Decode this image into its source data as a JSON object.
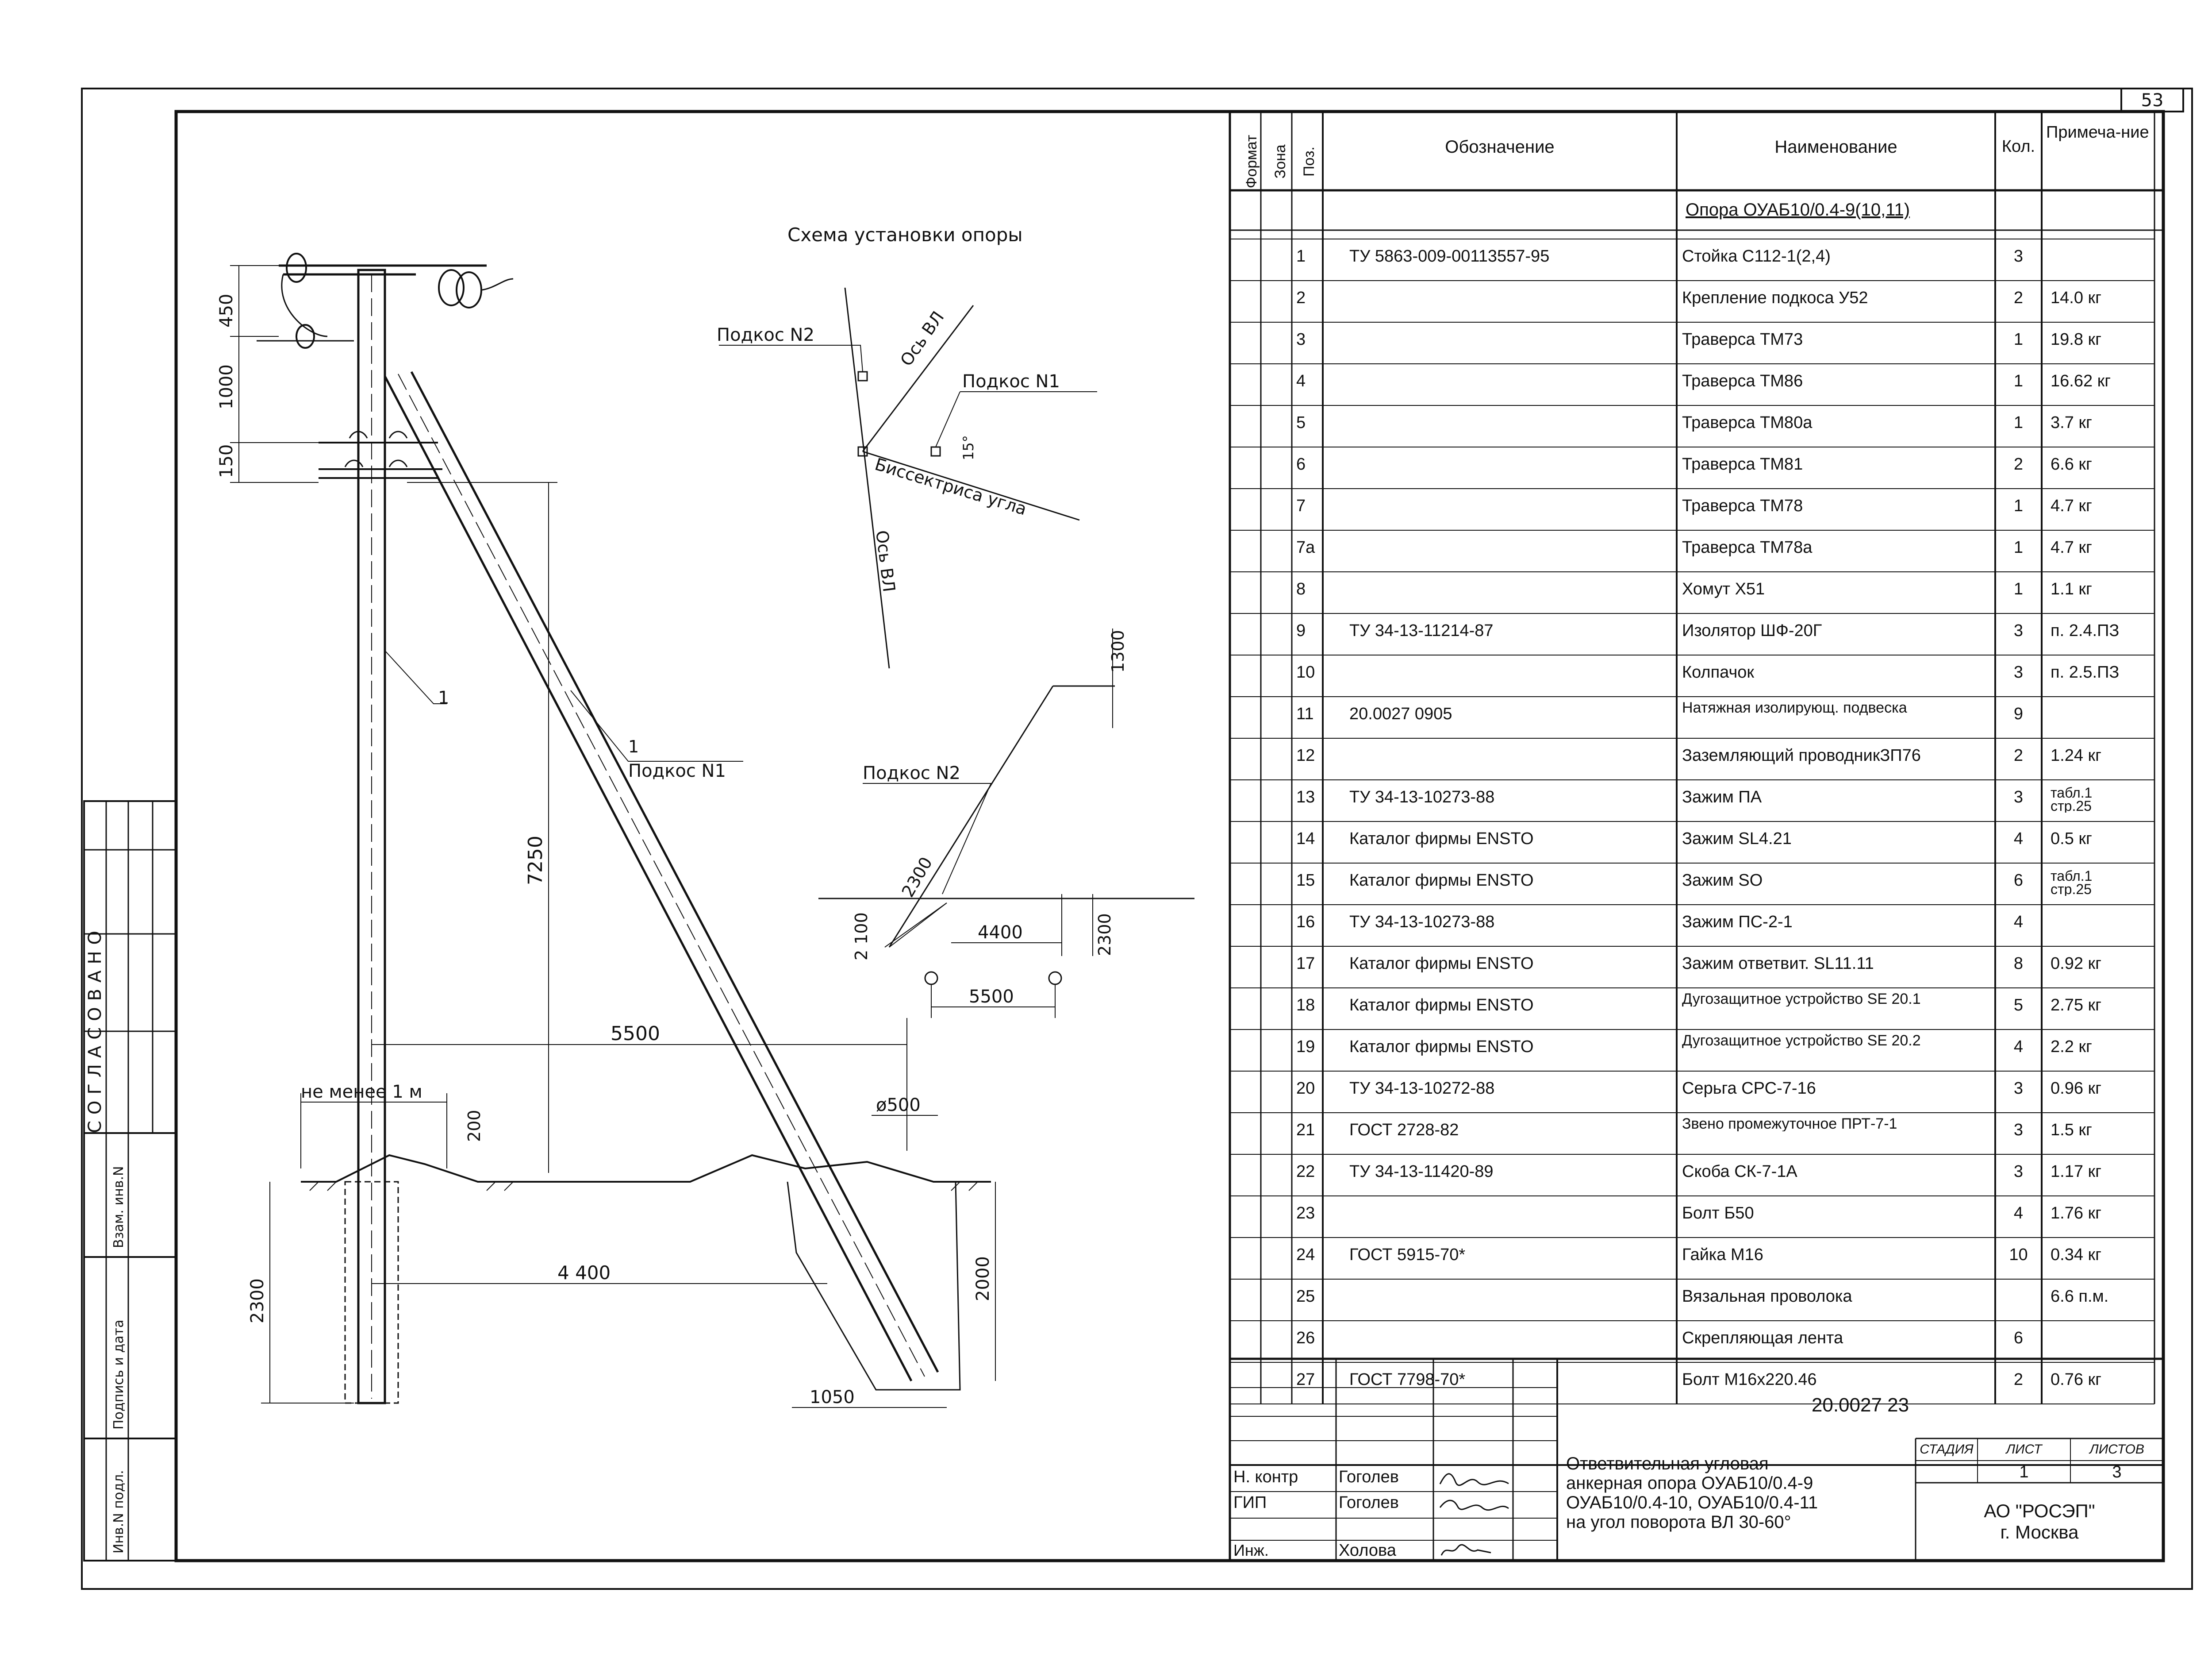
{
  "page_number": "53",
  "left_stamp": {
    "approved": "СОГЛАСОВАНО",
    "fields": [
      "Взам. инв.N",
      "Подпись и дата",
      "Инв.N подл."
    ]
  },
  "drawing": {
    "labels": {
      "schema_title": "Схема установки опоры",
      "brace1": "Подкос N1",
      "brace2": "Подкос N2",
      "line_axis": "Ось ВЛ",
      "bisector": "Биссектриса угла",
      "pos1": "1",
      "not_less": "не менее 1 м",
      "diameter": "ø500"
    },
    "dims": {
      "d450": "450",
      "d1000": "1000",
      "d150": "150",
      "d7250": "7250",
      "d5500": "5500",
      "d200": "200",
      "d2300": "2300",
      "d4400": "4 400",
      "d2000": "2000",
      "d1050": "1050",
      "d1300": "1300",
      "d2300b": "2300",
      "d4400b": "4400",
      "d5500b": "5500",
      "d100": "2 100",
      "d2300c": "2300",
      "d15": "15°"
    }
  },
  "spec": {
    "headers": {
      "format": "Формат",
      "zone": "Зона",
      "pos": "Поз.",
      "designation": "Обозначение",
      "name": "Наименование",
      "qty": "Кол.",
      "note": "Примеча-ние"
    },
    "group_title": "Опора ОУАБ10/0.4-9(10,11)",
    "rows": [
      {
        "pos": "1",
        "des": "ТУ 5863-009-00113557-95",
        "name": "Стойка С112-1(2,4)",
        "qty": "3",
        "note": ""
      },
      {
        "pos": "2",
        "des": "",
        "name": "Крепление подкоса У52",
        "qty": "2",
        "note": "14.0 кг"
      },
      {
        "pos": "3",
        "des": "",
        "name": "Траверса ТМ73",
        "qty": "1",
        "note": "19.8 кг"
      },
      {
        "pos": "4",
        "des": "",
        "name": "Траверса ТМ86",
        "qty": "1",
        "note": "16.62 кг"
      },
      {
        "pos": "5",
        "des": "",
        "name": "Траверса ТМ80а",
        "qty": "1",
        "note": "3.7 кг"
      },
      {
        "pos": "6",
        "des": "",
        "name": "Траверса ТМ81",
        "qty": "2",
        "note": "6.6 кг"
      },
      {
        "pos": "7",
        "des": "",
        "name": "Траверса ТМ78",
        "qty": "1",
        "note": "4.7 кг"
      },
      {
        "pos": "7а",
        "des": "",
        "name": "Траверса ТМ78а",
        "qty": "1",
        "note": "4.7 кг"
      },
      {
        "pos": "8",
        "des": "",
        "name": "Хомут Х51",
        "qty": "1",
        "note": "1.1 кг"
      },
      {
        "pos": "9",
        "des": "ТУ 34-13-11214-87",
        "name": "Изолятор ШФ-20Г",
        "qty": "3",
        "note": "п. 2.4.ПЗ"
      },
      {
        "pos": "10",
        "des": "",
        "name": "Колпачок",
        "qty": "3",
        "note": "п. 2.5.ПЗ"
      },
      {
        "pos": "11",
        "des": "20.0027 0905",
        "name": "Натяжная изолирующ. подвеска",
        "qty": "9",
        "note": ""
      },
      {
        "pos": "12",
        "des": "",
        "name": "Заземляющий проводникЗП76",
        "qty": "2",
        "note": "1.24 кг"
      },
      {
        "pos": "13",
        "des": "ТУ 34-13-10273-88",
        "name": "Зажим ПА",
        "qty": "3",
        "note": "табл.1 стр.25"
      },
      {
        "pos": "14",
        "des": "Каталог фирмы ENSTO",
        "name": "Зажим SL4.21",
        "qty": "4",
        "note": "0.5 кг"
      },
      {
        "pos": "15",
        "des": "Каталог фирмы ENSTO",
        "name": "Зажим SO",
        "qty": "6",
        "note": "табл.1 стр.25"
      },
      {
        "pos": "16",
        "des": "ТУ 34-13-10273-88",
        "name": "Зажим ПС-2-1",
        "qty": "4",
        "note": ""
      },
      {
        "pos": "17",
        "des": "Каталог фирмы ENSTO",
        "name": "Зажим ответвит. SL11.11",
        "qty": "8",
        "note": "0.92 кг"
      },
      {
        "pos": "18",
        "des": "Каталог фирмы ENSTO",
        "name": "Дугозащитное устройство SE 20.1",
        "qty": "5",
        "note": "2.75 кг"
      },
      {
        "pos": "19",
        "des": "Каталог фирмы ENSTO",
        "name": "Дугозащитное устройство SE 20.2",
        "qty": "4",
        "note": "2.2 кг"
      },
      {
        "pos": "20",
        "des": "ТУ 34-13-10272-88",
        "name": "Серьга СРС-7-16",
        "qty": "3",
        "note": "0.96 кг"
      },
      {
        "pos": "21",
        "des": "ГОСТ 2728-82",
        "name": "Звено промежуточное ПРТ-7-1",
        "qty": "3",
        "note": "1.5 кг"
      },
      {
        "pos": "22",
        "des": "ТУ 34-13-11420-89",
        "name": "Скоба СК-7-1А",
        "qty": "3",
        "note": "1.17 кг"
      },
      {
        "pos": "23",
        "des": "",
        "name": "Болт Б50",
        "qty": "4",
        "note": "1.76 кг"
      },
      {
        "pos": "24",
        "des": "ГОСТ 5915-70*",
        "name": "Гайка М16",
        "qty": "10",
        "note": "0.34 кг"
      },
      {
        "pos": "25",
        "des": "",
        "name": "Вязальная проволока",
        "qty": "",
        "note": "6.6 п.м."
      },
      {
        "pos": "26",
        "des": "",
        "name": "Скрепляющая лента",
        "qty": "6",
        "note": ""
      },
      {
        "pos": "27",
        "des": "ГОСТ 7798-70*",
        "name": "Болт М16х220.46",
        "qty": "2",
        "note": "0.76 кг"
      }
    ]
  },
  "title_block": {
    "doc_code": "20.0027 23",
    "title_lines": [
      "Ответвительная угловая",
      "анкерная опора ОУАБ10/0.4-9",
      "ОУАБ10/0.4-10, ОУАБ10/0.4-11",
      "на угол поворота ВЛ 30-60°"
    ],
    "stage_label": "СТАДИЯ",
    "sheet_label": "ЛИСТ",
    "sheets_label": "ЛИСТОВ",
    "sheet": "1",
    "sheets": "3",
    "org_line1": "АО \"РОСЭП\"",
    "org_line2": "г. Москва",
    "people": [
      {
        "role": "Н. контр",
        "name": "Гоголев"
      },
      {
        "role": "ГИП",
        "name": "Гоголев"
      },
      {
        "role": "Инж.",
        "name": "Холова"
      }
    ]
  }
}
